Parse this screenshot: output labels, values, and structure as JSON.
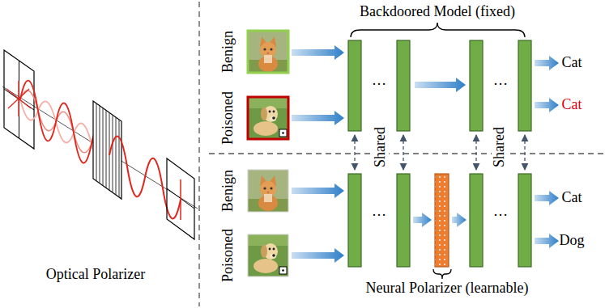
{
  "diagram": {
    "labels": [
      "Backdoored Model (fixed)",
      "Benign",
      "Poisoned",
      "…",
      "…",
      "Cat",
      "Cat",
      "Shared",
      "Shared",
      "Benign",
      "Poisoned",
      "…",
      "…",
      "Cat",
      "Dog",
      "Optical Polarizer",
      "Neural Polarizer (learnable)"
    ]
  }
}
